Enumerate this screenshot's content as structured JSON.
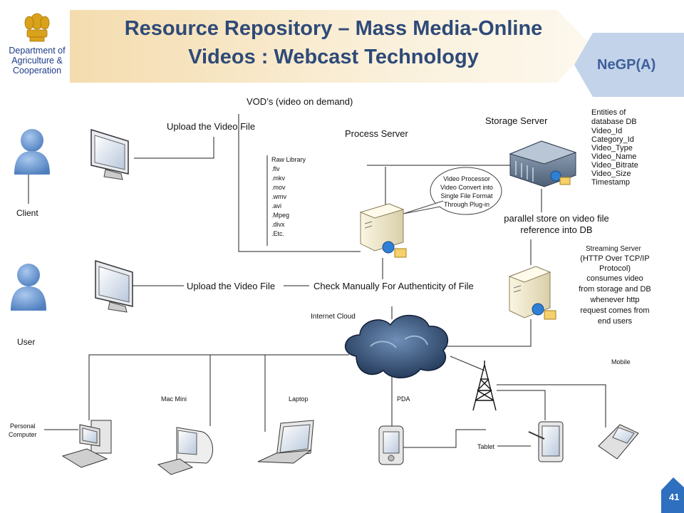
{
  "header": {
    "title_line1": "Resource Repository – Mass Media-Online",
    "title_line2": "Videos : Webcast Technology",
    "badge": "NeGP(A)",
    "logo_lines": [
      "Department of",
      "Agriculture &",
      "Cooperation"
    ]
  },
  "diagram": {
    "vod_label": "VOD’s (video on demand)",
    "client_label": "Client",
    "user_label": "User",
    "upload_top": "Upload the Video File",
    "upload_bottom": "Upload the Video File",
    "check_manual": "Check Manually For Authenticity of File",
    "process_server": "Process Server",
    "storage_server": "Storage Server",
    "raw_library": [
      "Raw Library",
      ".flv",
      ".mkv",
      ".mov",
      ".wmv",
      ".avi",
      ".Mpeg",
      ".divx",
      ".Etc."
    ],
    "processor_bubble": [
      "Video Processor",
      "Video Convert into",
      "Single File Format",
      "Through Plug-in"
    ],
    "db_entities": [
      "Entities of",
      "database DB",
      "Video_Id",
      "Category_Id",
      "Video_Type",
      "Video_Name",
      "Video_Bitrate",
      "Video_Size",
      "Timestamp"
    ],
    "parallel_store": [
      "parallel store on video file",
      "reference into DB"
    ],
    "streaming_title": "Streaming Server",
    "streaming_desc": [
      "(HTTP Over TCP/IP",
      "Protocol)",
      "consumes video",
      "from storage and DB",
      "whenever http",
      "request comes from",
      "end users"
    ],
    "internet_cloud": "Internet Cloud",
    "devices": {
      "personal_computer": [
        "Personal",
        "Computer"
      ],
      "mac_mini": "Mac Mini",
      "laptop": "Laptop",
      "pda": "PDA",
      "tablet": "Tablet",
      "mobile": "Mobile"
    }
  },
  "footer": {
    "page_number": "41"
  },
  "colors": {
    "title": "#2e4a78",
    "badge_bg": "#c2d3ea",
    "badge_text": "#3f5f9a",
    "band": "#f6e8c8",
    "person": "#6d9bd1",
    "cloud": "#2c4a73",
    "page_tag": "#2e6fbf"
  }
}
